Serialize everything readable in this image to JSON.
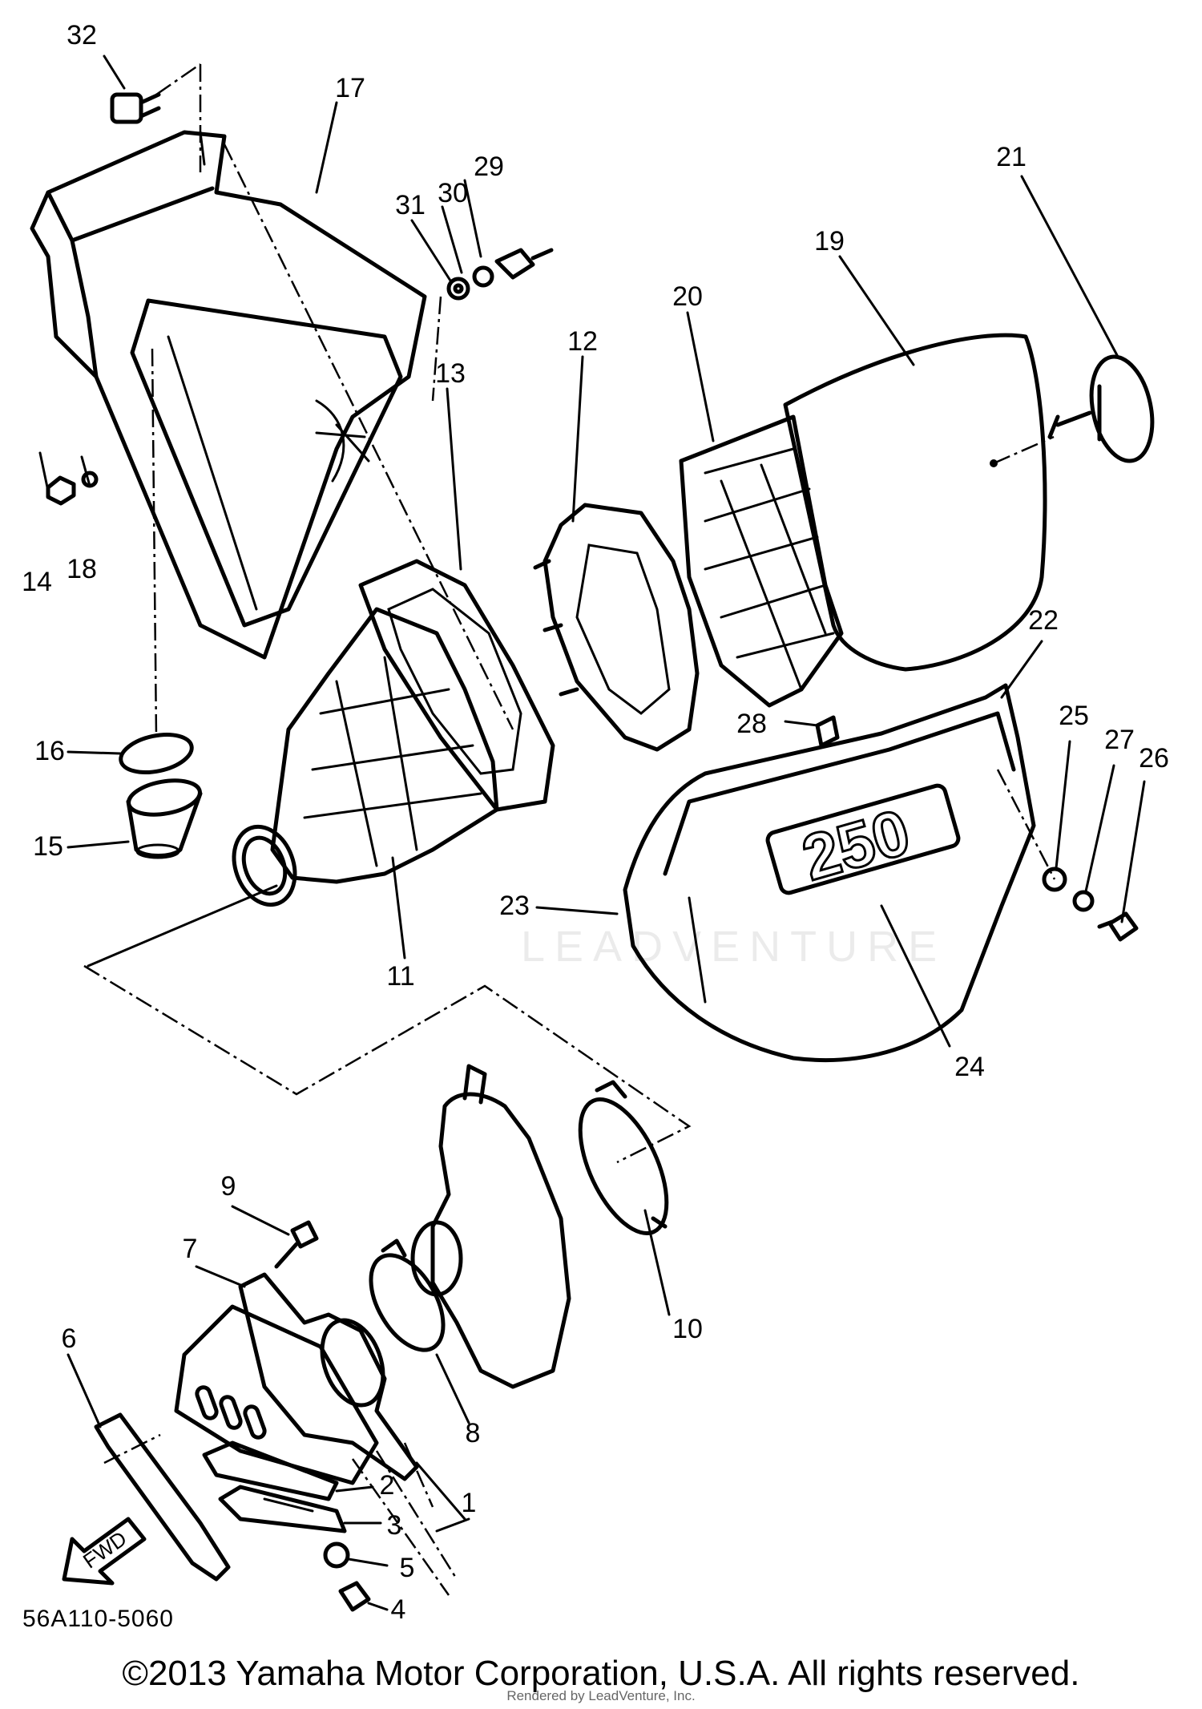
{
  "diagram": {
    "code": "56A110-5060",
    "copyright": "©2013 Yamaha Motor Corporation, U.S.A. All rights reserved.",
    "rendered_by": "Rendered by LeadVenture, Inc.",
    "watermark": "LEADVENTURE",
    "fwd_label": "FWD",
    "cover_badge": "250"
  },
  "callouts": [
    {
      "id": "32",
      "label": "32"
    },
    {
      "id": "17",
      "label": "17"
    },
    {
      "id": "29",
      "label": "29"
    },
    {
      "id": "30",
      "label": "30"
    },
    {
      "id": "31",
      "label": "31"
    },
    {
      "id": "21",
      "label": "21"
    },
    {
      "id": "19",
      "label": "19"
    },
    {
      "id": "20",
      "label": "20"
    },
    {
      "id": "12",
      "label": "12"
    },
    {
      "id": "13",
      "label": "13"
    },
    {
      "id": "14",
      "label": "14"
    },
    {
      "id": "18",
      "label": "18"
    },
    {
      "id": "22",
      "label": "22"
    },
    {
      "id": "28",
      "label": "28"
    },
    {
      "id": "25",
      "label": "25"
    },
    {
      "id": "27",
      "label": "27"
    },
    {
      "id": "26",
      "label": "26"
    },
    {
      "id": "16",
      "label": "16"
    },
    {
      "id": "15",
      "label": "15"
    },
    {
      "id": "23",
      "label": "23"
    },
    {
      "id": "11",
      "label": "11"
    },
    {
      "id": "24",
      "label": "24"
    },
    {
      "id": "9",
      "label": "9"
    },
    {
      "id": "7",
      "label": "7"
    },
    {
      "id": "10",
      "label": "10"
    },
    {
      "id": "6",
      "label": "6"
    },
    {
      "id": "8",
      "label": "8"
    },
    {
      "id": "2",
      "label": "2"
    },
    {
      "id": "1",
      "label": "1"
    },
    {
      "id": "3",
      "label": "3"
    },
    {
      "id": "5",
      "label": "5"
    },
    {
      "id": "4",
      "label": "4"
    }
  ]
}
